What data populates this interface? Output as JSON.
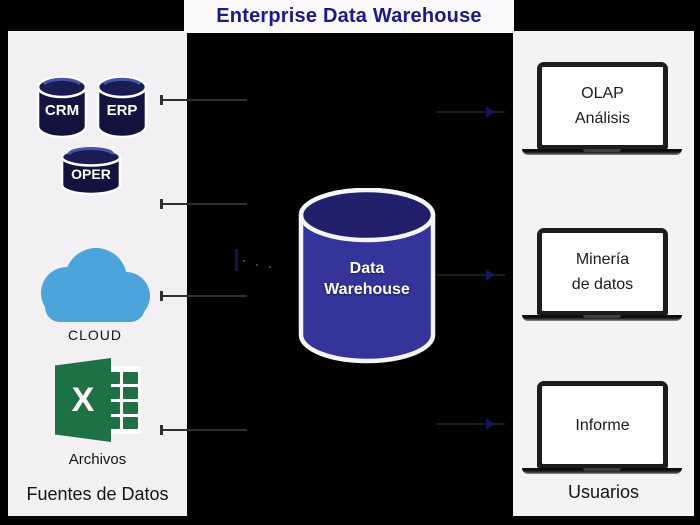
{
  "title": "Enterprise Data Warehouse",
  "colors": {
    "background": "#000000",
    "title_text": "#1A1A8E",
    "panel_bg": "#F2F0F2",
    "db_navy": "#13133D",
    "warehouse_blue": "#34349B",
    "warehouse_top": "#20206B",
    "cloud_blue": "#4BA5DA",
    "excel_green": "#1E7145"
  },
  "sources_panel": {
    "caption": "Fuentes de Datos",
    "databases": [
      {
        "label": "CRM"
      },
      {
        "label": "ERP"
      },
      {
        "label": "OPER"
      }
    ],
    "cloud": {
      "label": "CLOUD"
    },
    "files": {
      "label": "Archivos",
      "excel_glyph": "X"
    }
  },
  "warehouse": {
    "lines": [
      "Data",
      "Warehouse"
    ]
  },
  "users_panel": {
    "caption": "Usuarios",
    "laptops": [
      {
        "lines": [
          "OLAP",
          "Análisis"
        ]
      },
      {
        "lines": [
          "Minería",
          "de datos"
        ]
      },
      {
        "lines": [
          "Informe"
        ]
      }
    ]
  }
}
